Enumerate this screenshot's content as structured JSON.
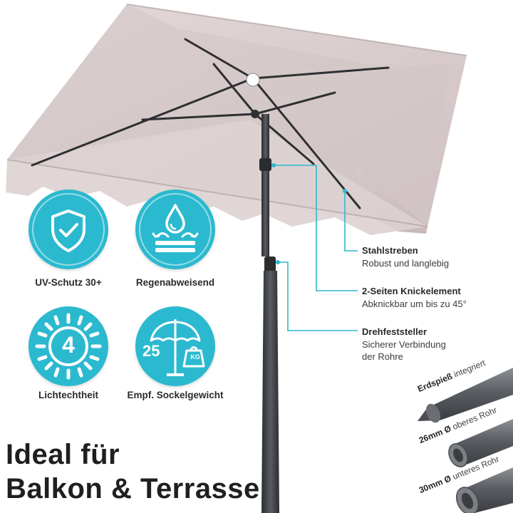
{
  "colors": {
    "accent": "#2bb9cf",
    "canopy": "#d9cccc",
    "pole": "#3b3d40",
    "callout_line": "#2bb9cf"
  },
  "features": [
    {
      "icon": "shield-check-icon",
      "label": "UV-Schutz 30+"
    },
    {
      "icon": "water-repellent-icon",
      "label": "Regenabweisend"
    },
    {
      "icon": "sun-4-icon",
      "label": "Lichtechtheit",
      "value": "4"
    },
    {
      "icon": "umbrella-weight-icon",
      "label": "Empf. Sockelgewicht",
      "value": "25",
      "unit": "KG"
    }
  ],
  "callouts": [
    {
      "title": "Stahlstreben",
      "description": [
        "Robust und langlebig"
      ]
    },
    {
      "title": "2-Seiten Knickelement",
      "description": [
        "Abknickbar um bis zu 45°"
      ]
    },
    {
      "title": "Drehfeststeller",
      "description": [
        "Sicherer Verbindung",
        "der Rohre"
      ]
    }
  ],
  "headline": [
    "Ideal für",
    "Balkon & Terrasse"
  ],
  "pipes": [
    {
      "bold": "Erdspieß",
      "text": " integriert"
    },
    {
      "bold": "26mm Ø",
      "text": " oberes Rohr"
    },
    {
      "bold": "30mm Ø",
      "text": " unteres Rohr"
    }
  ]
}
